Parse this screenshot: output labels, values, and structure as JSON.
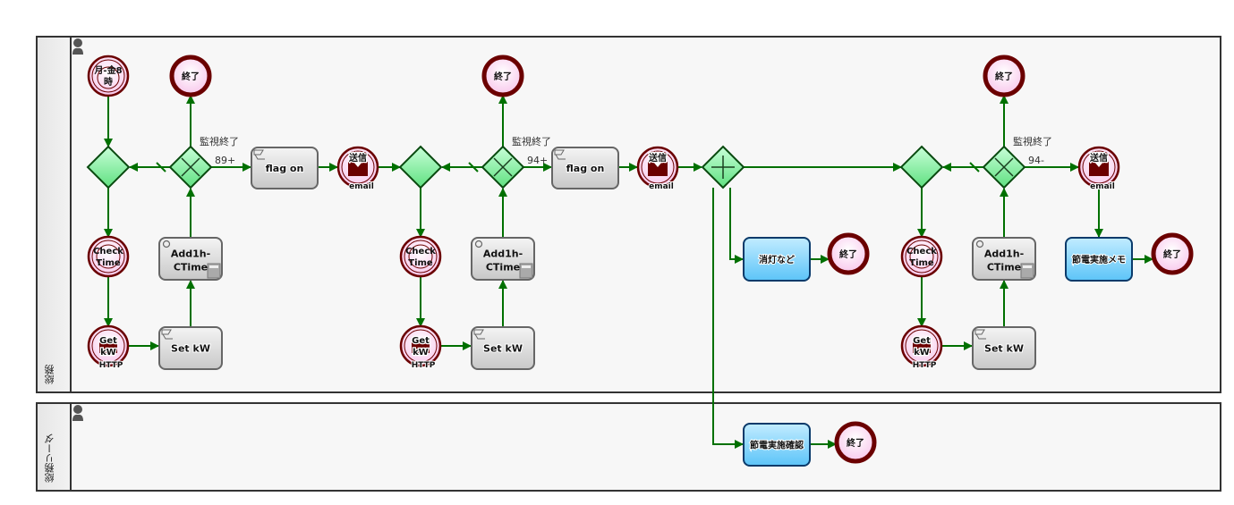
{
  "lanes": [
    {
      "label": "総務"
    },
    {
      "label": "総務リーダ"
    }
  ],
  "nodes": {
    "start_timer": {
      "label": "月-金8時",
      "line1": "月-金8",
      "line2": "時"
    },
    "end_1": {
      "label": "終了"
    },
    "end_2": {
      "label": "終了"
    },
    "end_3": {
      "label": "終了"
    },
    "end_4": {
      "label": "終了"
    },
    "end_5": {
      "label": "終了"
    },
    "end_6": {
      "label": "終了"
    },
    "flag_on_1": {
      "label": "flag on"
    },
    "flag_on_2": {
      "label": "flag on"
    },
    "send_1": {
      "label": "送信",
      "sub": "email"
    },
    "send_2": {
      "label": "送信",
      "sub": "email"
    },
    "send_3": {
      "label": "送信",
      "sub": "email"
    },
    "check_time_1": {
      "line1": "Check",
      "line2": "Time"
    },
    "check_time_2": {
      "line1": "Check",
      "line2": "Time"
    },
    "check_time_3": {
      "line1": "Check",
      "line2": "Time"
    },
    "get_kw_1": {
      "line1": "Get",
      "line2": "kW",
      "sub": "HTTP"
    },
    "get_kw_2": {
      "line1": "Get",
      "line2": "kW",
      "sub": "HTTP"
    },
    "get_kw_3": {
      "line1": "Get",
      "line2": "kW",
      "sub": "HTTP"
    },
    "add1h_1": {
      "line1": "Add1h-",
      "line2": "CTime"
    },
    "add1h_2": {
      "line1": "Add1h-",
      "line2": "CTime"
    },
    "add1h_3": {
      "line1": "Add1h-",
      "line2": "CTime"
    },
    "set_kw_1": {
      "label": "Set kW"
    },
    "set_kw_2": {
      "label": "Set kW"
    },
    "set_kw_3": {
      "label": "Set kW"
    },
    "lights_off": {
      "label": "消灯など"
    },
    "memo": {
      "label": "節電実施メモ"
    },
    "confirm": {
      "label": "節電実施確認"
    }
  },
  "edge_labels": {
    "monitor_end_1": "監視終了",
    "monitor_end_2": "監視終了",
    "monitor_end_3": "監視終了",
    "cond_1": "89+",
    "cond_2": "94+",
    "cond_3": "94-"
  },
  "colors": {
    "flow": "#007000",
    "event_border": "#6b0000",
    "event_fill": "#fde0f5",
    "gateway_fill": "#7ef0a0",
    "gateway_border": "#0a4a10",
    "task_gray": "#d8d8d8",
    "task_blue": "#6cc8f8",
    "task_blue_border": "#0a3a6a"
  }
}
